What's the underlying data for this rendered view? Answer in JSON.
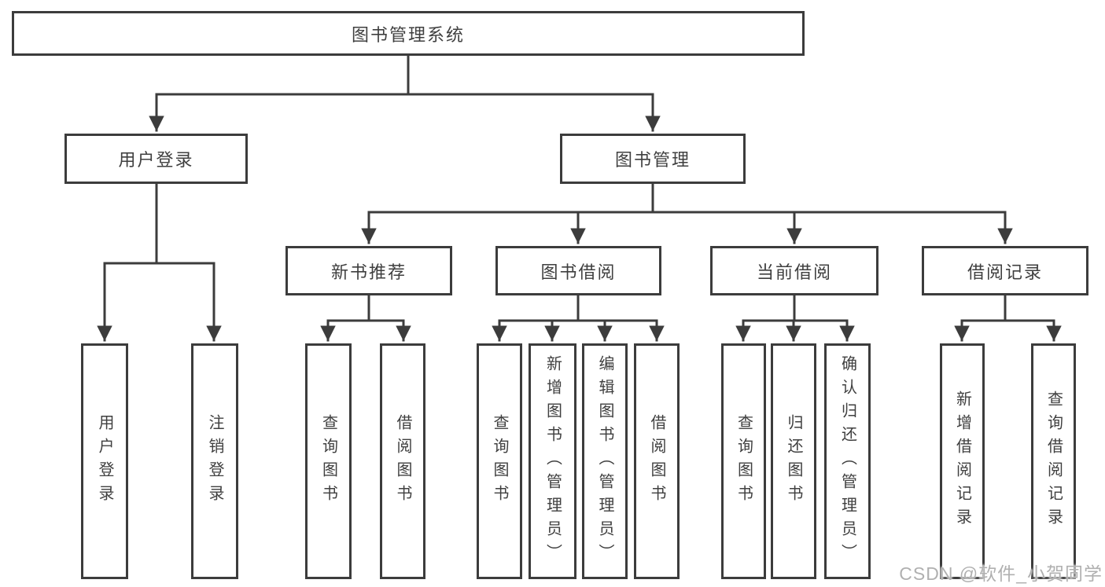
{
  "diagram_title": "图书管理系统",
  "colors": {
    "line": "#3c3c3c",
    "box_border": "#3c3c3c",
    "text": "#3f3f3f",
    "background": "#ffffff",
    "watermark": "#b0b0b0"
  },
  "tree": {
    "label": "图书管理系统",
    "children": [
      {
        "label": "用户登录",
        "children": [
          {
            "label": "用户登录"
          },
          {
            "label": "注销登录"
          }
        ]
      },
      {
        "label": "图书管理",
        "children": [
          {
            "label": "新书推荐",
            "children": [
              {
                "label": "查询图书"
              },
              {
                "label": "借阅图书"
              }
            ]
          },
          {
            "label": "图书借阅",
            "children": [
              {
                "label": "查询图书"
              },
              {
                "label": "新增图书（管理员）"
              },
              {
                "label": "编辑图书（管理员）"
              },
              {
                "label": "借阅图书"
              }
            ]
          },
          {
            "label": "当前借阅",
            "children": [
              {
                "label": "查询图书"
              },
              {
                "label": "归还图书"
              },
              {
                "label": "确认归还（管理员）"
              }
            ]
          },
          {
            "label": "借阅记录",
            "children": [
              {
                "label": "新增借阅记录"
              },
              {
                "label": "查询借阅记录"
              }
            ]
          }
        ]
      }
    ]
  },
  "watermark": {
    "text": "CSDN @软件_小贺同学"
  }
}
